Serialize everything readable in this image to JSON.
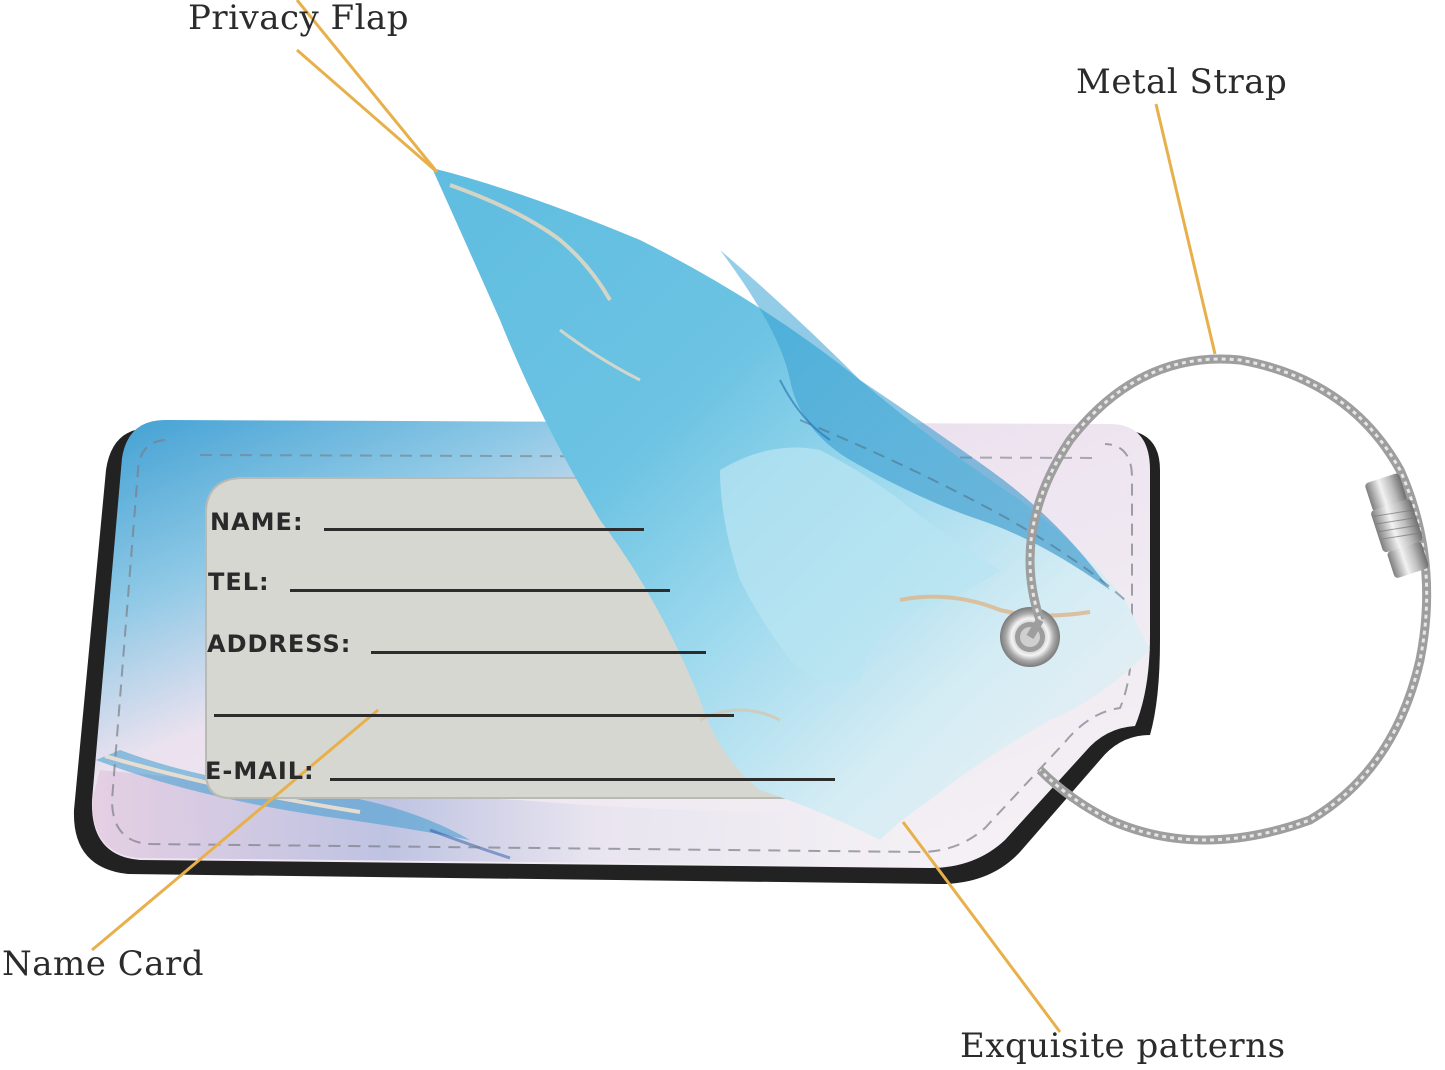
{
  "callouts": {
    "privacy_flap": "Privacy Flap",
    "metal_strap": "Metal Strap",
    "name_card": "Name Card",
    "exquisite_patterns": "Exquisite patterns"
  },
  "name_card": {
    "fields": {
      "name": "NAME:",
      "tel": "TEL:",
      "address": "ADDRESS:",
      "email": "E-MAIL:"
    }
  },
  "colors": {
    "callout_line": "#e8b04a",
    "tag_edge": "#222222",
    "card_bg": "#d8d9d3",
    "marble_blue": "#4fb3d9",
    "marble_pink": "#e9d8e8",
    "metal": "#b8b8b8"
  }
}
